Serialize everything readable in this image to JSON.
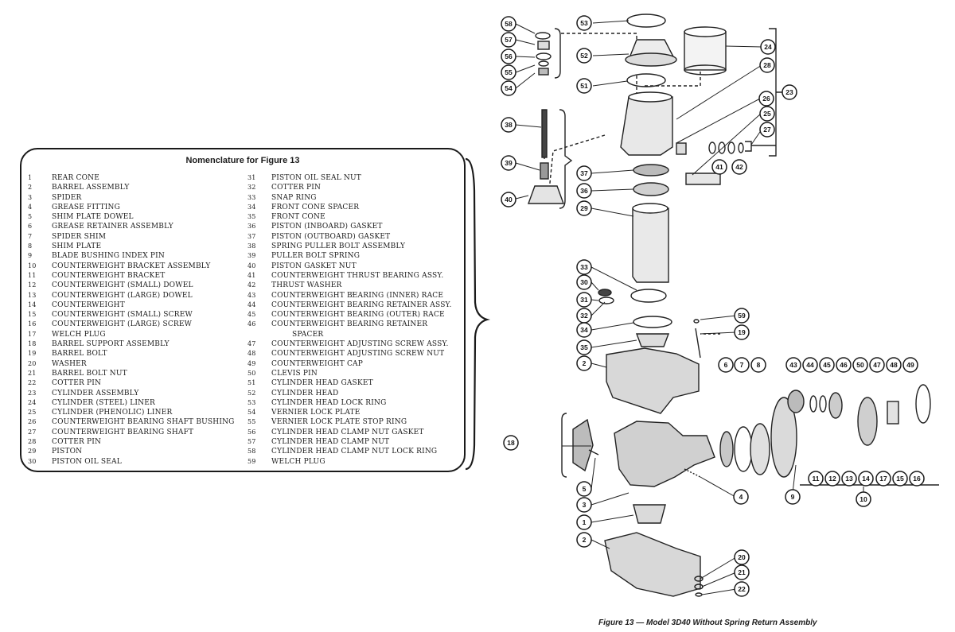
{
  "nomenclature": {
    "title": "Nomenclature for Figure 13",
    "left_items": [
      {
        "num": "1",
        "label": "REAR CONE"
      },
      {
        "num": "2",
        "label": "BARREL ASSEMBLY"
      },
      {
        "num": "3",
        "label": "SPIDER"
      },
      {
        "num": "4",
        "label": "GREASE FITTING"
      },
      {
        "num": "5",
        "label": "SHIM PLATE DOWEL"
      },
      {
        "num": "6",
        "label": "GREASE RETAINER ASSEMBLY"
      },
      {
        "num": "7",
        "label": "SPIDER SHIM"
      },
      {
        "num": "8",
        "label": "SHIM PLATE"
      },
      {
        "num": "9",
        "label": "BLADE BUSHING INDEX PIN"
      },
      {
        "num": "10",
        "label": "COUNTERWEIGHT BRACKET ASSEMBLY"
      },
      {
        "num": "11",
        "label": "COUNTERWEIGHT BRACKET"
      },
      {
        "num": "12",
        "label": "COUNTERWEIGHT (SMALL) DOWEL"
      },
      {
        "num": "13",
        "label": "COUNTERWEIGHT (LARGE) DOWEL"
      },
      {
        "num": "14",
        "label": "COUNTERWEIGHT"
      },
      {
        "num": "15",
        "label": "COUNTERWEIGHT (SMALL) SCREW"
      },
      {
        "num": "16",
        "label": "COUNTERWEIGHT (LARGE) SCREW"
      },
      {
        "num": "17",
        "label": "WELCH PLUG"
      },
      {
        "num": "18",
        "label": "BARREL SUPPORT ASSEMBLY"
      },
      {
        "num": "19",
        "label": "BARREL BOLT"
      },
      {
        "num": "20",
        "label": "WASHER"
      },
      {
        "num": "21",
        "label": "BARREL BOLT NUT"
      },
      {
        "num": "22",
        "label": "COTTER PIN"
      },
      {
        "num": "23",
        "label": "CYLINDER ASSEMBLY"
      },
      {
        "num": "24",
        "label": "CYLINDER (STEEL) LINER"
      },
      {
        "num": "25",
        "label": "CYLINDER (PHENOLIC) LINER"
      },
      {
        "num": "26",
        "label": "COUNTERWEIGHT BEARING SHAFT BUSHING"
      },
      {
        "num": "27",
        "label": "COUNTERWEIGHT BEARING SHAFT"
      },
      {
        "num": "28",
        "label": "COTTER PIN"
      },
      {
        "num": "29",
        "label": "PISTON"
      },
      {
        "num": "30",
        "label": "PISTON OIL SEAL"
      }
    ],
    "right_items": [
      {
        "num": "31",
        "label": "PISTON OIL SEAL NUT"
      },
      {
        "num": "32",
        "label": "COTTER PIN"
      },
      {
        "num": "33",
        "label": "SNAP RING"
      },
      {
        "num": "34",
        "label": "FRONT CONE SPACER"
      },
      {
        "num": "35",
        "label": "FRONT CONE"
      },
      {
        "num": "36",
        "label": "PISTON (INBOARD) GASKET"
      },
      {
        "num": "37",
        "label": "PISTON (OUTBOARD) GASKET"
      },
      {
        "num": "38",
        "label": "SPRING PULLER BOLT ASSEMBLY"
      },
      {
        "num": "39",
        "label": "PULLER BOLT SPRING"
      },
      {
        "num": "40",
        "label": "PISTON GASKET NUT"
      },
      {
        "num": "41",
        "label": "COUNTERWEIGHT THRUST BEARING ASSY."
      },
      {
        "num": "42",
        "label": "THRUST WASHER"
      },
      {
        "num": "43",
        "label": "COUNTERWEIGHT BEARING (INNER) RACE"
      },
      {
        "num": "44",
        "label": "COUNTERWEIGHT BEARING RETAINER ASSY."
      },
      {
        "num": "45",
        "label": "COUNTERWEIGHT BEARING (OUTER) RACE"
      },
      {
        "num": "46",
        "label": "COUNTERWEIGHT BEARING RETAINER"
      },
      {
        "num": "",
        "label": "SPACER"
      },
      {
        "num": "47",
        "label": "COUNTERWEIGHT ADJUSTING SCREW ASSY."
      },
      {
        "num": "48",
        "label": "COUNTERWEIGHT ADJUSTING SCREW NUT"
      },
      {
        "num": "49",
        "label": "COUNTERWEIGHT CAP"
      },
      {
        "num": "50",
        "label": "CLEVIS PIN"
      },
      {
        "num": "51",
        "label": "CYLINDER HEAD GASKET"
      },
      {
        "num": "52",
        "label": "CYLINDER HEAD"
      },
      {
        "num": "53",
        "label": "CYLINDER HEAD LOCK RING"
      },
      {
        "num": "54",
        "label": "VERNIER LOCK PLATE"
      },
      {
        "num": "55",
        "label": "VERNIER LOCK PLATE STOP RING"
      },
      {
        "num": "56",
        "label": "CYLINDER HEAD CLAMP NUT GASKET"
      },
      {
        "num": "57",
        "label": "CYLINDER HEAD CLAMP NUT"
      },
      {
        "num": "58",
        "label": "CYLINDER HEAD CLAMP NUT LOCK RING"
      },
      {
        "num": "59",
        "label": "WELCH PLUG"
      }
    ]
  },
  "callouts": [
    "1",
    "2",
    "2",
    "3",
    "4",
    "5",
    "6",
    "7",
    "8",
    "9",
    "10",
    "11",
    "12",
    "13",
    "14",
    "15",
    "16",
    "17",
    "18",
    "19",
    "20",
    "21",
    "22",
    "23",
    "24",
    "25",
    "26",
    "27",
    "28",
    "29",
    "30",
    "31",
    "32",
    "33",
    "34",
    "35",
    "36",
    "37",
    "38",
    "39",
    "40",
    "41",
    "42",
    "43",
    "44",
    "45",
    "46",
    "47",
    "48",
    "49",
    "50",
    "51",
    "52",
    "53",
    "54",
    "55",
    "56",
    "57",
    "58",
    "59"
  ],
  "caption": "Figure 13 — Model 3D40 Without Spring Return Assembly"
}
